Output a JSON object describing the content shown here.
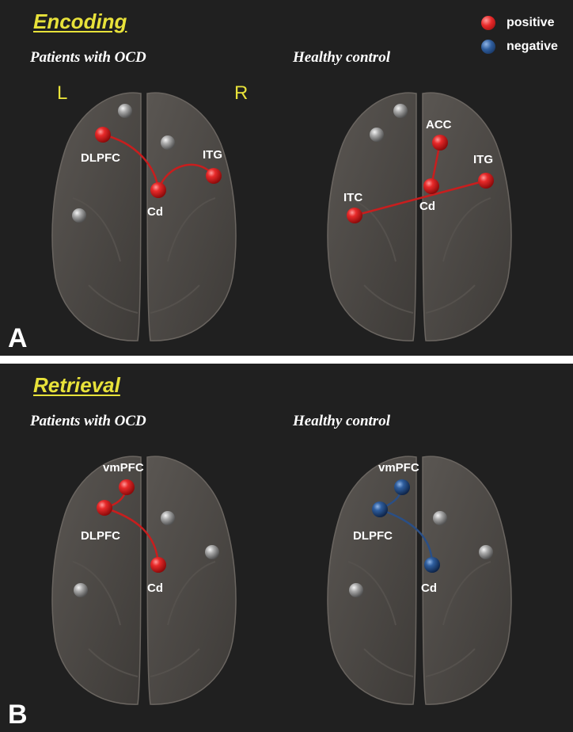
{
  "legend": {
    "items": [
      {
        "label": "positive",
        "color": "#e02424"
      },
      {
        "label": "negative",
        "color": "#2a6bb8"
      }
    ]
  },
  "panel_a": {
    "letter": "A",
    "title": "Encoding",
    "hemisphere_left": "L",
    "hemisphere_right": "R",
    "patients": {
      "label": "Patients with OCD",
      "nodes": [
        {
          "name": "DLPFC",
          "label": "DLPFC",
          "color": "red"
        },
        {
          "name": "ITG",
          "label": "ITG",
          "color": "red"
        },
        {
          "name": "Cd",
          "label": "Cd",
          "color": "red"
        },
        {
          "name": "gray-1",
          "label": "",
          "color": "gray"
        },
        {
          "name": "gray-2",
          "label": "",
          "color": "gray"
        },
        {
          "name": "gray-3",
          "label": "",
          "color": "gray"
        }
      ],
      "edges": [
        {
          "from": "DLPFC",
          "to": "Cd",
          "sign": "positive"
        },
        {
          "from": "ITG",
          "to": "Cd",
          "sign": "positive"
        }
      ]
    },
    "control": {
      "label": "Healthy control",
      "nodes": [
        {
          "name": "ACC",
          "label": "ACC",
          "color": "red"
        },
        {
          "name": "ITG",
          "label": "ITG",
          "color": "red"
        },
        {
          "name": "ITC",
          "label": "ITC",
          "color": "red"
        },
        {
          "name": "Cd",
          "label": "Cd",
          "color": "red"
        },
        {
          "name": "gray-1",
          "label": "",
          "color": "gray"
        },
        {
          "name": "gray-2",
          "label": "",
          "color": "gray"
        }
      ],
      "edges": [
        {
          "from": "ACC",
          "to": "Cd",
          "sign": "positive"
        },
        {
          "from": "ITC",
          "to": "ITG",
          "sign": "positive"
        }
      ]
    }
  },
  "panel_b": {
    "letter": "B",
    "title": "Retrieval",
    "patients": {
      "label": "Patients with OCD",
      "nodes": [
        {
          "name": "vmPFC",
          "label": "vmPFC",
          "color": "red"
        },
        {
          "name": "DLPFC",
          "label": "DLPFC",
          "color": "red"
        },
        {
          "name": "Cd",
          "label": "Cd",
          "color": "red"
        },
        {
          "name": "gray-1",
          "label": "",
          "color": "gray"
        },
        {
          "name": "gray-2",
          "label": "",
          "color": "gray"
        },
        {
          "name": "gray-3",
          "label": "",
          "color": "gray"
        }
      ],
      "edges": [
        {
          "from": "vmPFC",
          "to": "DLPFC",
          "sign": "positive"
        },
        {
          "from": "DLPFC",
          "to": "Cd",
          "sign": "positive"
        }
      ]
    },
    "control": {
      "label": "Healthy control",
      "nodes": [
        {
          "name": "vmPFC",
          "label": "vmPFC",
          "color": "blue"
        },
        {
          "name": "DLPFC",
          "label": "DLPFC",
          "color": "blue"
        },
        {
          "name": "Cd",
          "label": "Cd",
          "color": "blue"
        },
        {
          "name": "gray-1",
          "label": "",
          "color": "gray"
        },
        {
          "name": "gray-2",
          "label": "",
          "color": "gray"
        },
        {
          "name": "gray-3",
          "label": "",
          "color": "gray"
        }
      ],
      "edges": [
        {
          "from": "vmPFC",
          "to": "DLPFC",
          "sign": "negative"
        },
        {
          "from": "DLPFC",
          "to": "Cd",
          "sign": "negative"
        }
      ]
    }
  }
}
